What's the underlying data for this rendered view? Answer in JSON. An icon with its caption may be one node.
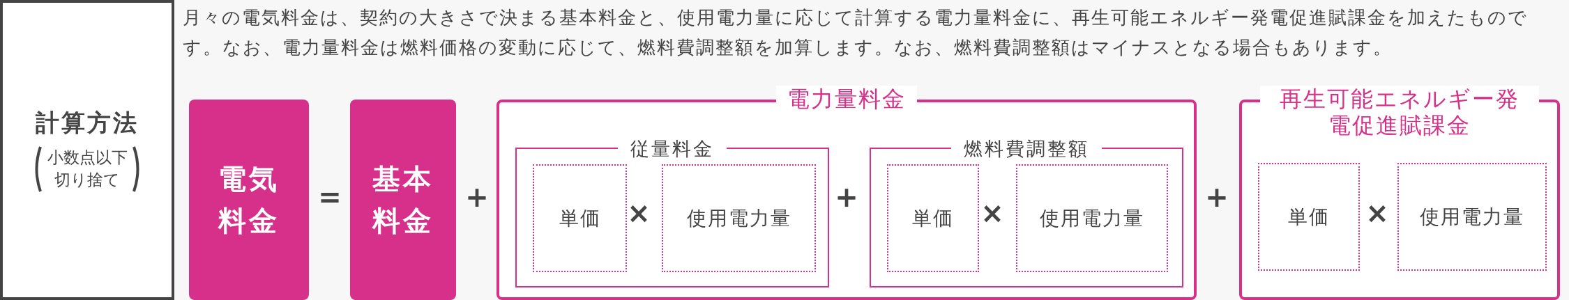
{
  "diagram": {
    "nodes": [
      {
        "text": [
          "計算方法",
          "小数点以下切り捨て"
        ]
      },
      {
        "text": [
          "電気料金"
        ]
      },
      {
        "text": [
          "基本料金"
        ]
      },
      {
        "text": [
          "電力量料金"
        ]
      },
      {
        "text": [
          "従量料金"
        ],
        "in": 3
      },
      {
        "text": [
          "単価"
        ],
        "in": 4
      },
      {
        "text": [
          "使用電力量"
        ],
        "in": 4
      },
      {
        "text": [
          "燃料費調整額"
        ],
        "in": 3
      },
      {
        "text": [
          "単価"
        ],
        "in": 7
      },
      {
        "text": [
          "使用電力量"
        ],
        "in": 7
      },
      {
        "text": [
          "再生可能エネルギー発電促進賦課金"
        ]
      },
      {
        "text": [
          "単価"
        ],
        "in": 10
      },
      {
        "text": [
          "使用電力量"
        ],
        "in": 10
      }
    ],
    "edges": [],
    "labels": [
      "月々の電気料金は、契約の大きさで決まる基本料金と、使用電力量に応じて計算する電力量料金に、再生可能エネルギー発電促進賦課金を加えたものです。なお、電力量料金は燃料価格の変動に応じて、燃料費調整額を加算します。なお、燃料費調整額はマイナスとなる場合もあります。",
      "=",
      "+",
      "×",
      "+",
      "×",
      "+",
      "×"
    ]
  }
}
